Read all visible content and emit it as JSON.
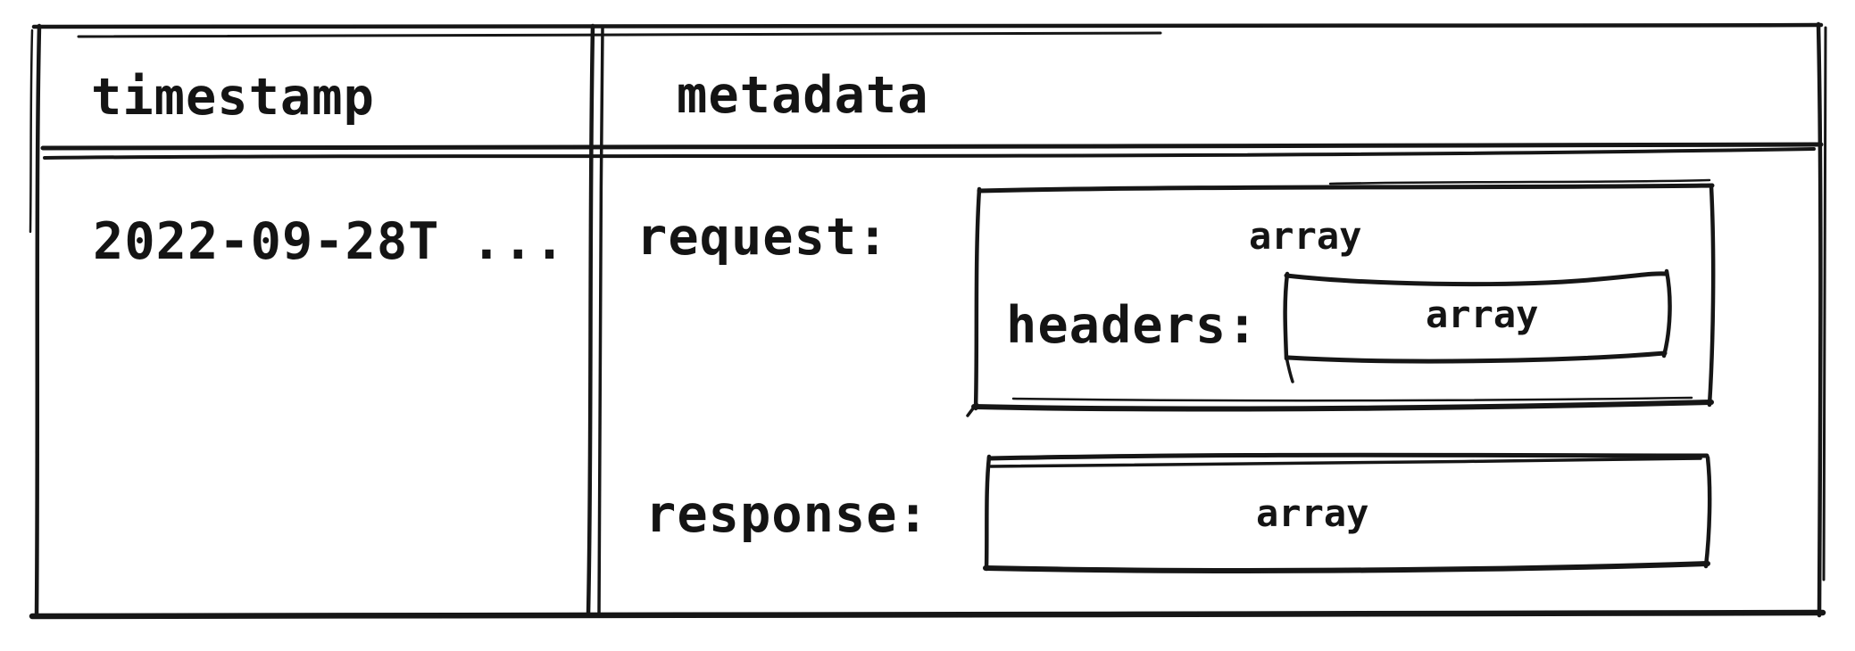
{
  "table": {
    "columns": [
      {
        "header": "timestamp"
      },
      {
        "header": "metadata"
      }
    ],
    "rows": [
      {
        "timestamp": "2022-09-28T ...",
        "metadata": {
          "request": {
            "label": "request:",
            "value_type": "array",
            "headers": {
              "label": "headers:",
              "value_type": "array"
            }
          },
          "response": {
            "label": "response:",
            "value_type": "array"
          }
        }
      }
    ]
  },
  "colors": {
    "ink": "#161616",
    "background": "#ffffff"
  }
}
